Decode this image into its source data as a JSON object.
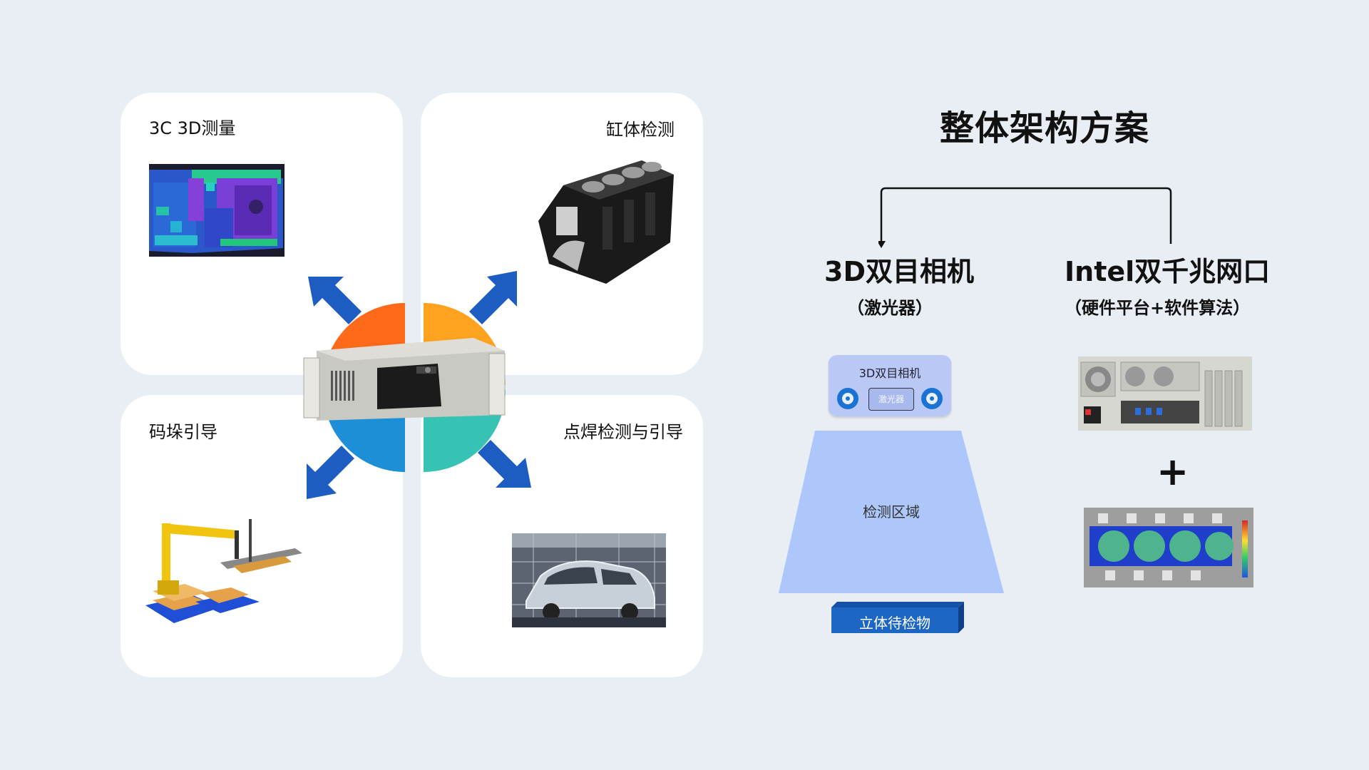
{
  "cards": {
    "measure": {
      "title": "3C 3D测量"
    },
    "engine": {
      "title": "缸体检测"
    },
    "palletize": {
      "title": "码垛引导"
    },
    "weld": {
      "title": "点焊检测与引导"
    }
  },
  "architecture": {
    "title": "整体架构方案",
    "camera": {
      "title": "3D双目相机",
      "subtitle": "（激光器）"
    },
    "platform": {
      "title": "Intel双千兆网口",
      "subtitle": "（硬件平台+软件算法）"
    },
    "device_label": "3D双目相机",
    "laser_label": "激光器",
    "zone_label": "检测区域",
    "object_label": "立体待检物",
    "plus": "+"
  },
  "colors": {
    "ring_orange": "#ff6a1a",
    "ring_yellow": "#ffa21f",
    "ring_blue": "#1c8fd6",
    "ring_teal": "#37c3b4",
    "arrow_blue": "#1d5cc0",
    "camera_box": "#b9c8f5",
    "zone": "#aec7fb",
    "object_box": "#1d66c4"
  }
}
